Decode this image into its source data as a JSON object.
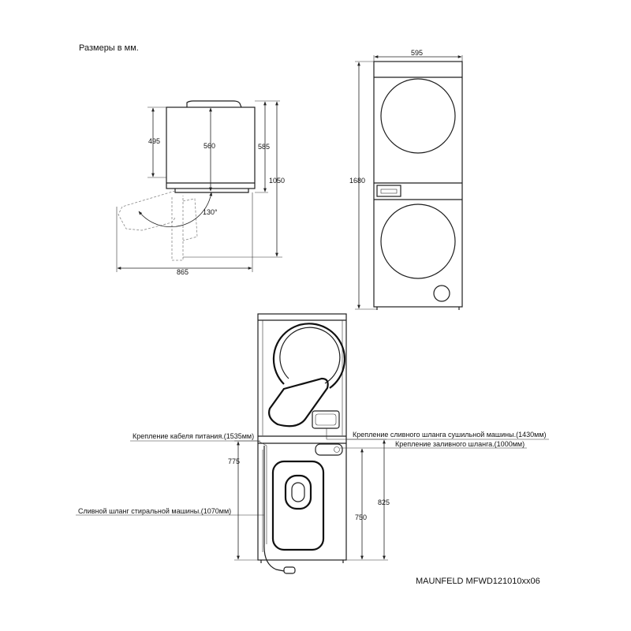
{
  "units_note": "Размеры в мм.",
  "model": "MAUNFELD MFWD121010xx06",
  "side_view": {
    "dim_495": "495",
    "dim_560": "560",
    "dim_585": "585",
    "dim_1050": "1050",
    "dim_130": "130°",
    "dim_865": "865"
  },
  "front_view": {
    "dim_595": "595",
    "dim_1680": "1680"
  },
  "rear_view": {
    "power_cable": "Крепление кабеля питания.(1535мм)",
    "dryer_drain": "Крепление сливного шланга сушильной машины.(1430мм)",
    "inlet_hose": "Крепление заливного шланга.(1000мм)",
    "washer_drain": "Сливной шланг стиральной машины.(1070мм)",
    "dim_775": "775",
    "dim_825": "825",
    "dim_750": "750"
  }
}
